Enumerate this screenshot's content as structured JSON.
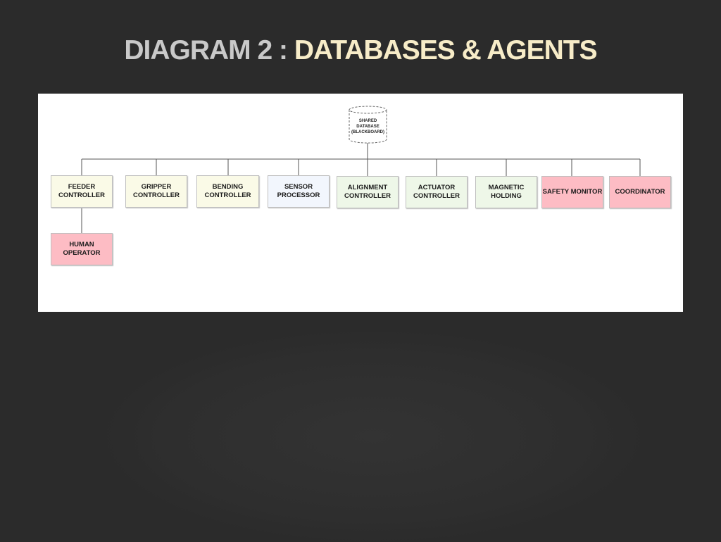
{
  "slide": {
    "title_part1": "DIAGRAM 2 : ",
    "title_part2": "DATABASES & AGENTS"
  },
  "diagram": {
    "database_label": "SHARED\nDATABASE\n(BLACKBOARD)",
    "nodes": [
      {
        "label": "FEEDER\nCONTROLLER",
        "color": "#fafae7"
      },
      {
        "label": "GRIPPER\nCONTROLLER",
        "color": "#fafae7"
      },
      {
        "label": "BENDING\nCONTROLLER",
        "color": "#fafae7"
      },
      {
        "label": "SENSOR\nPROCESSOR",
        "color": "#f2f6fd"
      },
      {
        "label": "ALIGNMENT\nCONTROLLER",
        "color": "#eef7e8"
      },
      {
        "label": "ACTUATOR\nCONTROLLER",
        "color": "#eef7e8"
      },
      {
        "label": "MAGNETIC\nHOLDING",
        "color": "#eef7e8"
      },
      {
        "label": "SAFETY MONITOR",
        "color": "#fdbcc4"
      },
      {
        "label": "COORDINATOR",
        "color": "#fdbcc4"
      }
    ],
    "sub_node": {
      "label": "HUMAN\nOPERATOR",
      "color": "#fdbcc4"
    }
  }
}
